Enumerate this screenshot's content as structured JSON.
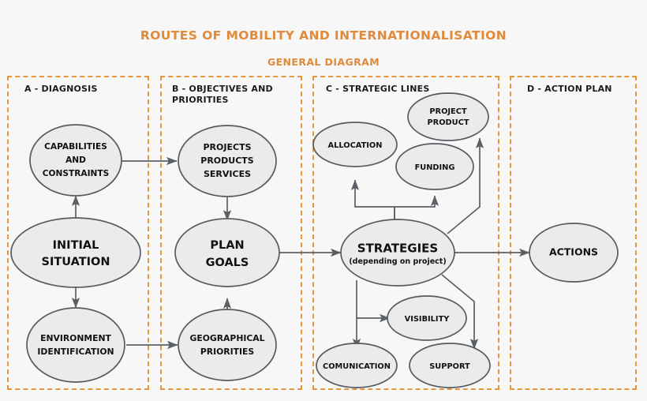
{
  "header": {
    "title": "ROUTES OF MOBILITY AND INTERNATIONALISATION",
    "subtitle": "GENERAL DIAGRAM"
  },
  "colors": {
    "accent": "#e08a3c",
    "panel_border": "#e8963c",
    "node_fill": "#ebebeb",
    "node_stroke": "#555b60",
    "connector": "#5a6065",
    "background": "#f7f7f7",
    "text": "#111111"
  },
  "panels": [
    {
      "id": "A",
      "label": "A - DIAGNOSIS"
    },
    {
      "id": "B",
      "label": "B - OBJECTIVES AND\nPRIORITIES"
    },
    {
      "id": "C",
      "label": "C - STRATEGIC LINES"
    },
    {
      "id": "D",
      "label": "D - ACTION PLAN"
    }
  ],
  "nodes": {
    "capabilities": {
      "lines": [
        "CAPABILITIES",
        "AND",
        "CONSTRAINTS"
      ]
    },
    "initial": {
      "lines": [
        "INITIAL",
        "SITUATION"
      ]
    },
    "environment": {
      "lines": [
        "ENVIRONMENT",
        "IDENTIFICATION"
      ]
    },
    "projects": {
      "lines": [
        "PROJECTS",
        "PRODUCTS",
        "SERVICES"
      ]
    },
    "plan": {
      "lines": [
        "PLAN",
        "GOALS"
      ]
    },
    "geographical": {
      "lines": [
        "GEOGRAPHICAL",
        "PRIORITIES"
      ]
    },
    "allocation": {
      "lines": [
        "ALLOCATION"
      ]
    },
    "project_product": {
      "lines": [
        "PROJECT",
        "PRODUCT"
      ]
    },
    "funding": {
      "lines": [
        "FUNDING"
      ]
    },
    "strategies": {
      "lines": [
        "STRATEGIES"
      ],
      "sublabel": "(depending on project)"
    },
    "visibility": {
      "lines": [
        "VISIBILITY"
      ]
    },
    "comunication": {
      "lines": [
        "COMUNICATION"
      ]
    },
    "support": {
      "lines": [
        "SUPPORT"
      ]
    },
    "actions": {
      "lines": [
        "ACTIONS"
      ]
    }
  }
}
